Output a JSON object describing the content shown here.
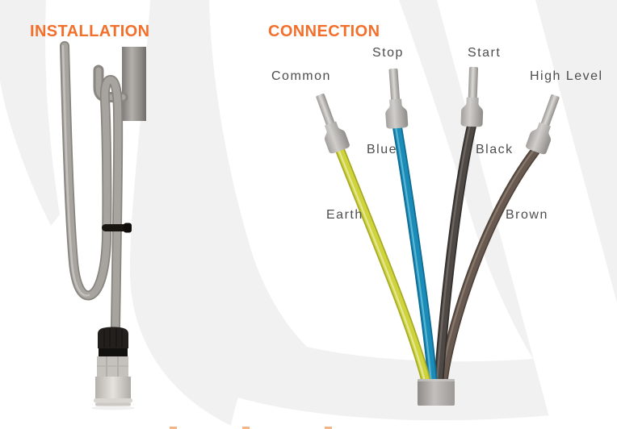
{
  "page": {
    "background_color": "#FFFFFF",
    "swoosh_color": "#F1F1F1",
    "accent_color": "#F2702C",
    "label_color": "#4D4D4D"
  },
  "installation": {
    "title": "INSTALLATION"
  },
  "connection": {
    "title": "CONNECTION",
    "wires": [
      {
        "terminal": "Common",
        "wire": "Earth",
        "color": "#CFD33C"
      },
      {
        "terminal": "Stop",
        "wire": "Blue",
        "color": "#1B8CB8"
      },
      {
        "terminal": "Start",
        "wire": "Black",
        "color": "#4E4945"
      },
      {
        "terminal": "High Level",
        "wire": "Brown",
        "color": "#685A50"
      }
    ]
  }
}
